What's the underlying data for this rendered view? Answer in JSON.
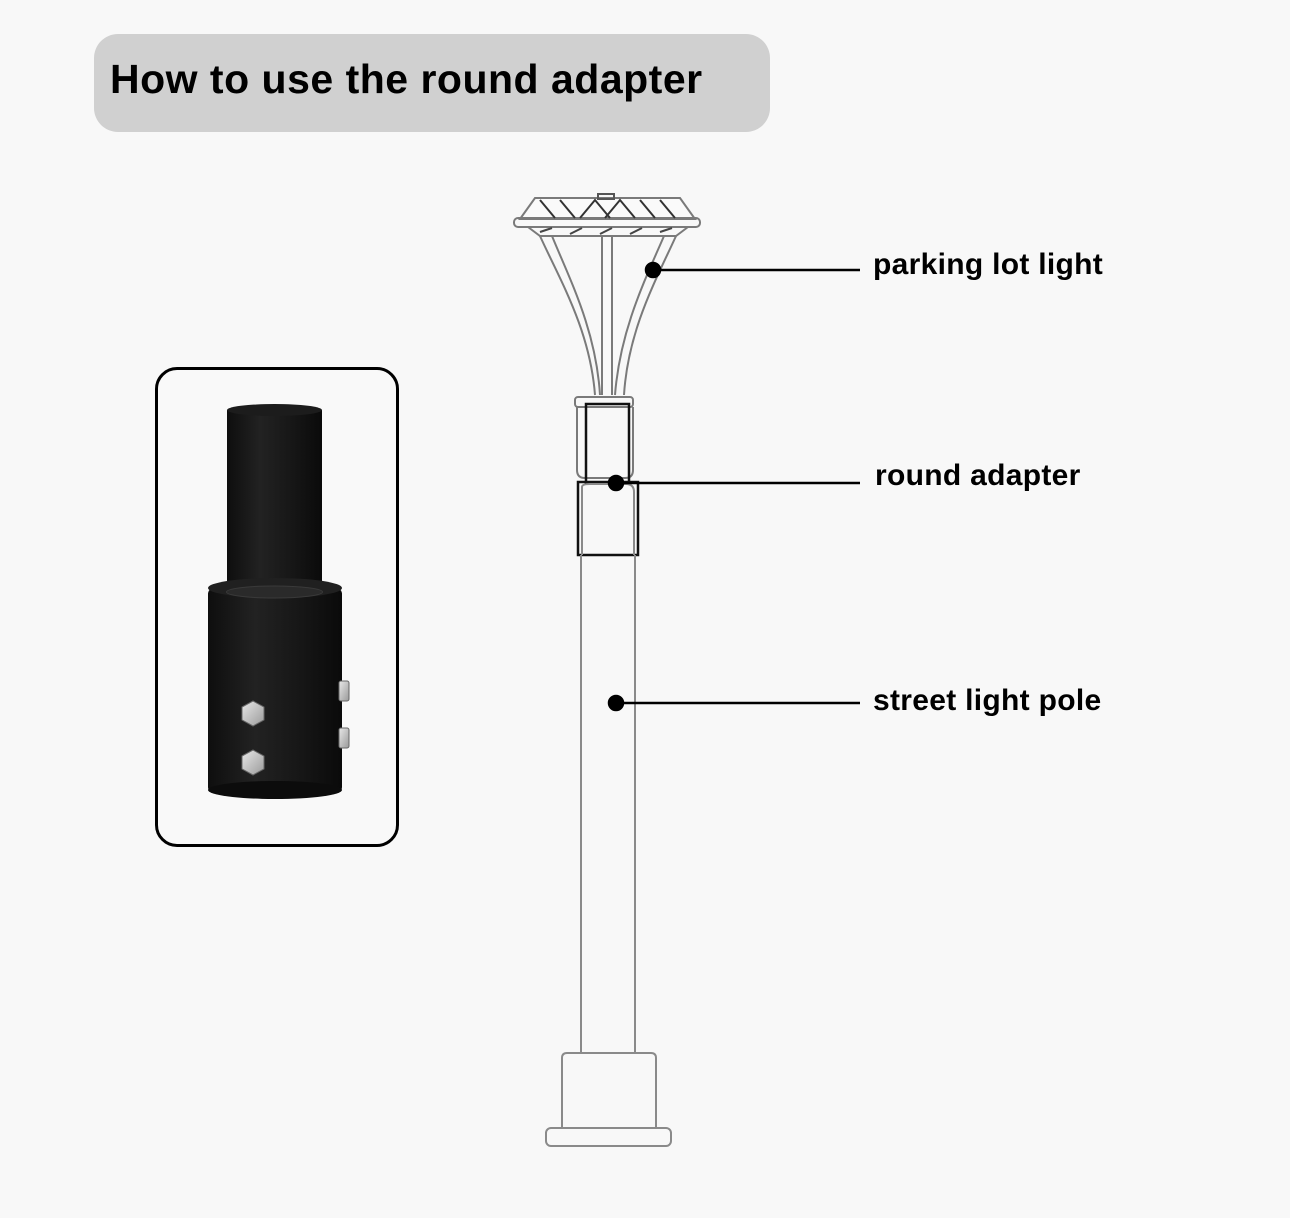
{
  "title": "How to use the round adapter",
  "product_image": {
    "subject": "round adapter (black metal tube with bolts)",
    "colors": {
      "body": "#151515",
      "bolt": "#c8c8c8"
    }
  },
  "diagram": {
    "callouts": [
      {
        "label": "parking lot light",
        "target": "lamp head and arms"
      },
      {
        "label": "round adapter",
        "target": "adapter sleeve"
      },
      {
        "label": "street light pole",
        "target": "pole shaft"
      }
    ]
  },
  "colors": {
    "background": "#f8f8f8",
    "title_pill": "#d0d0d0",
    "text": "#000000",
    "line_art": "#8a8a8a"
  }
}
